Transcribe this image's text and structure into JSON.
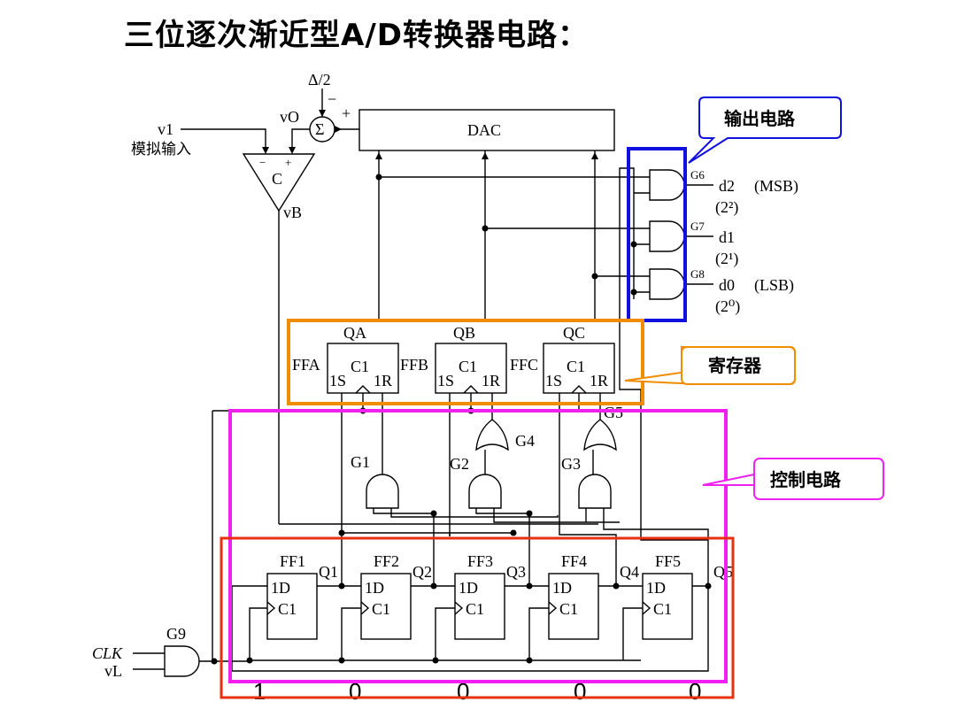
{
  "title": "三位逐次渐近型A/D转换器电路：",
  "labels": {
    "delta": "Δ/2",
    "minus": "−",
    "plus": "+",
    "sigma": "Σ",
    "vo": "vO",
    "v1": "v1",
    "analog_input": "模拟输入",
    "comparator": "C",
    "vB": "vB",
    "dac": "DAC",
    "clk": "CLK",
    "vL": "vL"
  },
  "gates": {
    "g1": "G1",
    "g2": "G2",
    "g3": "G3",
    "g4": "G4",
    "g5": "G5",
    "g6": "G6",
    "g7": "G7",
    "g8": "G8",
    "g9": "G9"
  },
  "outputs": [
    {
      "name": "d2",
      "note": "(MSB)",
      "weight": "(2²)"
    },
    {
      "name": "d1",
      "note": "",
      "weight": "(2¹)"
    },
    {
      "name": "d0",
      "note": "(LSB)",
      "weight": "(2⁰)"
    }
  ],
  "register": {
    "ffs": [
      {
        "name": "FFA",
        "q": "QA"
      },
      {
        "name": "FFB",
        "q": "QB"
      },
      {
        "name": "FFC",
        "q": "QC"
      }
    ],
    "s": "1S",
    "c": "C1",
    "r": "1R"
  },
  "ring": {
    "ffs": [
      {
        "name": "FF1",
        "q": "Q1",
        "init": "1"
      },
      {
        "name": "FF2",
        "q": "Q2",
        "init": "0"
      },
      {
        "name": "FF3",
        "q": "Q3",
        "init": "0"
      },
      {
        "name": "FF4",
        "q": "Q4",
        "init": "0"
      },
      {
        "name": "FF5",
        "q": "Q5",
        "init": "0"
      }
    ],
    "d": "1D",
    "c": "C1"
  },
  "callouts": {
    "output": "输出电路",
    "register": "寄存器",
    "control": "控制电路"
  },
  "colors": {
    "output_box": "#1010e0",
    "register_box": "#f08c00",
    "control_box": "#f020f0",
    "ring_box": "#e83010"
  }
}
